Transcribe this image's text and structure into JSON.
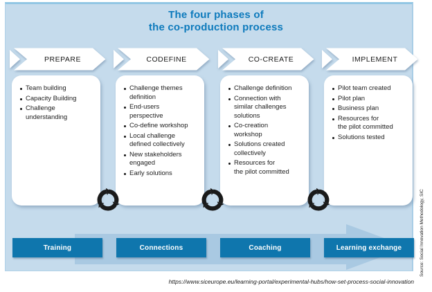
{
  "title": {
    "line1": "The four phases of",
    "line2": "the co-production process"
  },
  "phases": [
    {
      "label": "PREPARE",
      "items": [
        "Team building",
        "Capacity Building",
        "Challenge\nunderstanding"
      ]
    },
    {
      "label": "CODEFINE",
      "items": [
        "Challenge themes\ndefinition",
        "End-users\nperspective",
        "Co-define workshop",
        "Local challenge\ndefined collectively",
        "New stakeholders\nengaged",
        "Early solutions"
      ]
    },
    {
      "label": "CO-CREATE",
      "items": [
        "Challenge definition",
        "Connection with\nsimilar challenges\nsolutions",
        "Co-creation\nworkshop",
        "Solutions created\ncollectively",
        "Resources for\nthe pilot committed"
      ]
    },
    {
      "label": "IMPLEMENT",
      "items": [
        "Pilot team created",
        "Pilot plan",
        "Business plan",
        "Resources for\nthe pilot committed",
        "Solutions tested"
      ]
    }
  ],
  "supports": [
    {
      "label": "Training"
    },
    {
      "label": "Connections"
    },
    {
      "label": "Coaching"
    },
    {
      "label": "Learning exchange"
    }
  ],
  "source_note": "Source: Social Innovation Methodology, SIC",
  "url": "https://www.siceurope.eu/learning-portal/experimental-hubs/how-set-process-social-innovation",
  "icons": {
    "cycle": "cycle-arrows-icon",
    "phase_banner": "chevron-arrow-banner",
    "support_arrow": "right-arrow-band"
  },
  "colors": {
    "title_blue": "#0d7abc",
    "panel_background": "#c5dbec",
    "panel_top_edge": "#92c6e4",
    "support_box_blue": "#0f76ad",
    "arrow_band_blue": "#a9c9e2",
    "banner_white": "#ffffff",
    "cycle_icon_black": "#1a1a1a"
  }
}
